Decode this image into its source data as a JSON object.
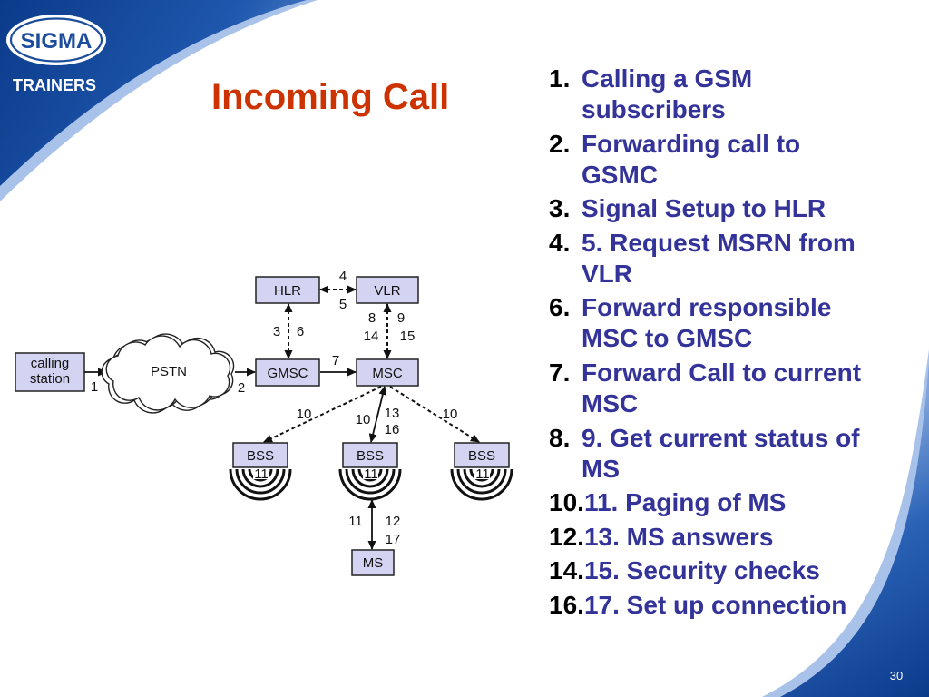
{
  "logo": {
    "brand": "SIGMA",
    "tagline": "TRAINERS"
  },
  "title": "Incoming Call",
  "diagram": {
    "nodes": {
      "calling_station": [
        "calling",
        "station"
      ],
      "pstn": "PSTN",
      "hlr": "HLR",
      "vlr": "VLR",
      "gmsc": "GMSC",
      "msc": "MSC",
      "bss": [
        "BSS",
        "BSS",
        "BSS"
      ],
      "ms": "MS"
    },
    "edge_labels": {
      "station_pstn": "1",
      "pstn_gmsc": "2",
      "gmsc_hlr": [
        "3",
        "6"
      ],
      "hlr_vlr": [
        "4",
        "5"
      ],
      "gmsc_msc": "7",
      "msc_vlr_left": [
        "8",
        "14"
      ],
      "msc_vlr_right": [
        "9",
        "15"
      ],
      "msc_bss_left": "10",
      "msc_bss_mid_left": "10",
      "msc_bss_mid_right": [
        "13",
        "16"
      ],
      "msc_bss_right": "10",
      "bss_radio": [
        "11",
        "11",
        "11"
      ],
      "bss_ms_left": "11",
      "bss_ms_right": [
        "12",
        "17"
      ]
    }
  },
  "steps": [
    {
      "number": "1.",
      "lines": [
        "Calling a GSM",
        "subscribers"
      ]
    },
    {
      "number": "2.",
      "lines": [
        "Forwarding call to",
        "GSMC"
      ]
    },
    {
      "number": "3.",
      "lines": [
        "Signal Setup to HLR"
      ]
    },
    {
      "number": "4.",
      "lines": [
        "5. Request MSRN from",
        "VLR"
      ]
    },
    {
      "number": "6.",
      "lines": [
        "Forward responsible",
        "MSC to GMSC"
      ]
    },
    {
      "number": "7.",
      "lines": [
        "Forward Call to current",
        "MSC"
      ]
    },
    {
      "number": "8.",
      "lines": [
        "9. Get current status of",
        "MS"
      ]
    },
    {
      "number": "10.",
      "lines": [
        "11. Paging of MS"
      ]
    },
    {
      "number": "12.",
      "lines": [
        "13. MS answers"
      ]
    },
    {
      "number": "14.",
      "lines": [
        "15. Security checks"
      ]
    },
    {
      "number": "16.",
      "lines": [
        "17. Set up connection"
      ]
    }
  ],
  "page_number": "30",
  "colors": {
    "title": "#CC3300",
    "list_text": "#333399",
    "list_number": "#000000",
    "brand_blue": "#1C4C9C",
    "node_fill": "#D4D4F2"
  }
}
